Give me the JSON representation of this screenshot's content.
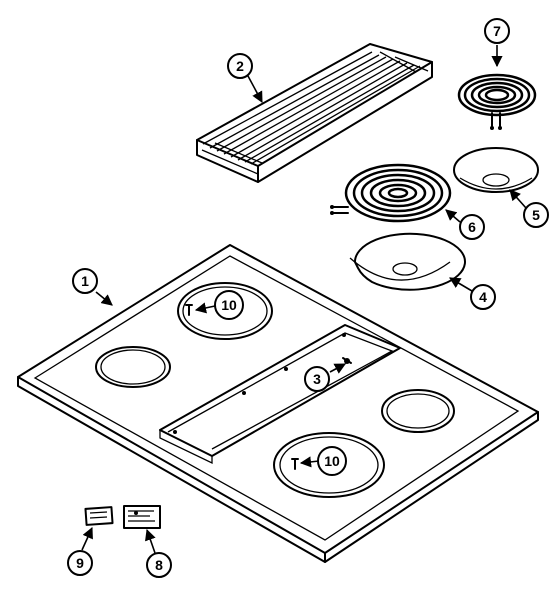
{
  "title": "",
  "callouts": [
    {
      "id": "1",
      "label": "1"
    },
    {
      "id": "2",
      "label": "2"
    },
    {
      "id": "3",
      "label": "3"
    },
    {
      "id": "4",
      "label": "4"
    },
    {
      "id": "5",
      "label": "5"
    },
    {
      "id": "6",
      "label": "6"
    },
    {
      "id": "7",
      "label": "7"
    },
    {
      "id": "8",
      "label": "8"
    },
    {
      "id": "9",
      "label": "9"
    },
    {
      "id": "10a",
      "label": "10"
    },
    {
      "id": "10b",
      "label": "10"
    }
  ],
  "colors": {
    "line": "#000000",
    "background": "#ffffff"
  }
}
